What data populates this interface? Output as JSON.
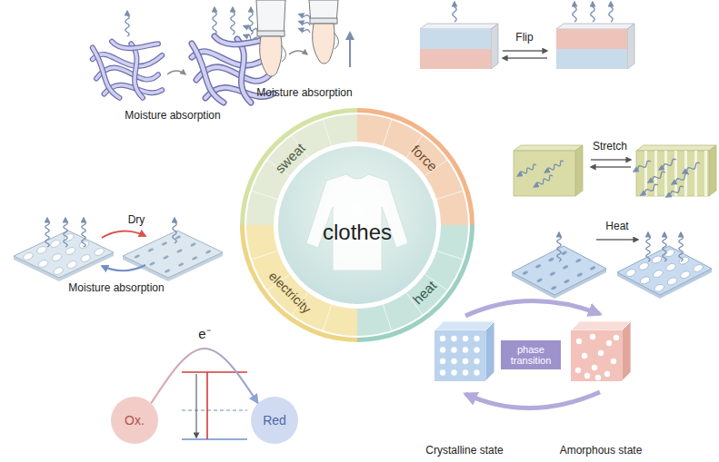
{
  "diagram": {
    "nodes": [
      {
        "text": [
          "clothes"
        ]
      },
      {
        "text": [
          "sweat"
        ]
      },
      {
        "text": [
          "force"
        ]
      },
      {
        "text": [
          "electricity"
        ]
      },
      {
        "text": [
          "heat"
        ]
      },
      {
        "text": [
          "Ox."
        ]
      },
      {
        "text": [
          "Red"
        ]
      },
      {
        "text": [
          "phase transition"
        ]
      }
    ],
    "edges": [
      {
        "from": 5,
        "to": 6,
        "label": "e⁻",
        "arrow": "to"
      }
    ],
    "labels": [
      "Moisture absorption",
      "Moisture absorption",
      "Moisture absorption",
      "Dry",
      "Flip",
      "Stretch",
      "Heat",
      "Crystalline state",
      "Amorphous state"
    ]
  }
}
